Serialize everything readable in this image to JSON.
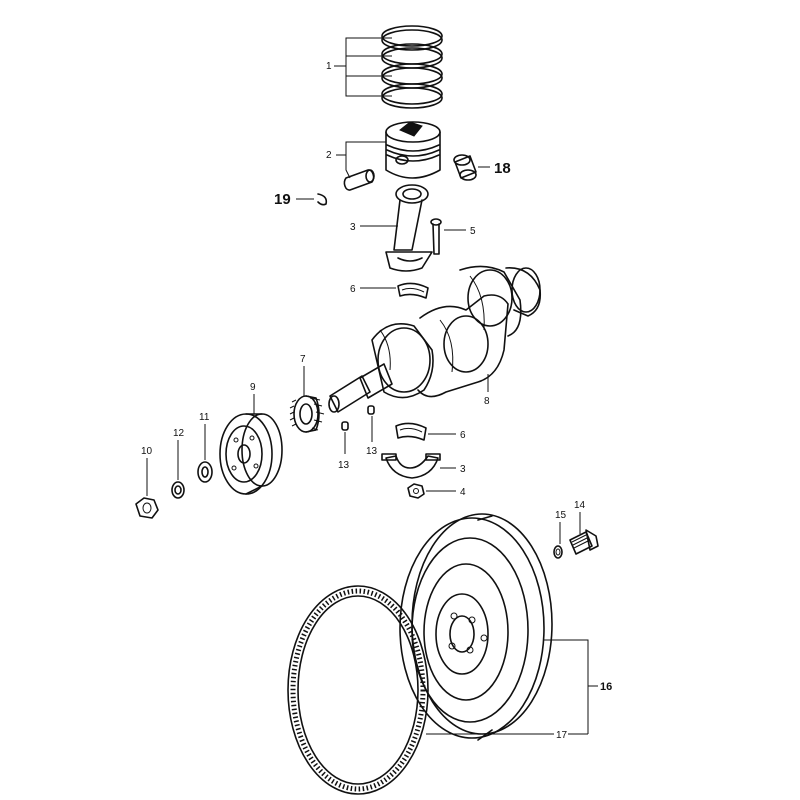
{
  "callouts": {
    "c1": "1",
    "c2": "2",
    "c3a": "3",
    "c3b": "3",
    "c4": "4",
    "c5": "5",
    "c6a": "6",
    "c6b": "6",
    "c7": "7",
    "c8": "8",
    "c9": "9",
    "c10": "10",
    "c11": "11",
    "c12": "12",
    "c13a": "13",
    "c13b": "13",
    "c14": "14",
    "c15": "15",
    "c16": "16",
    "c17": "17",
    "c18": "18",
    "c19": "19"
  }
}
